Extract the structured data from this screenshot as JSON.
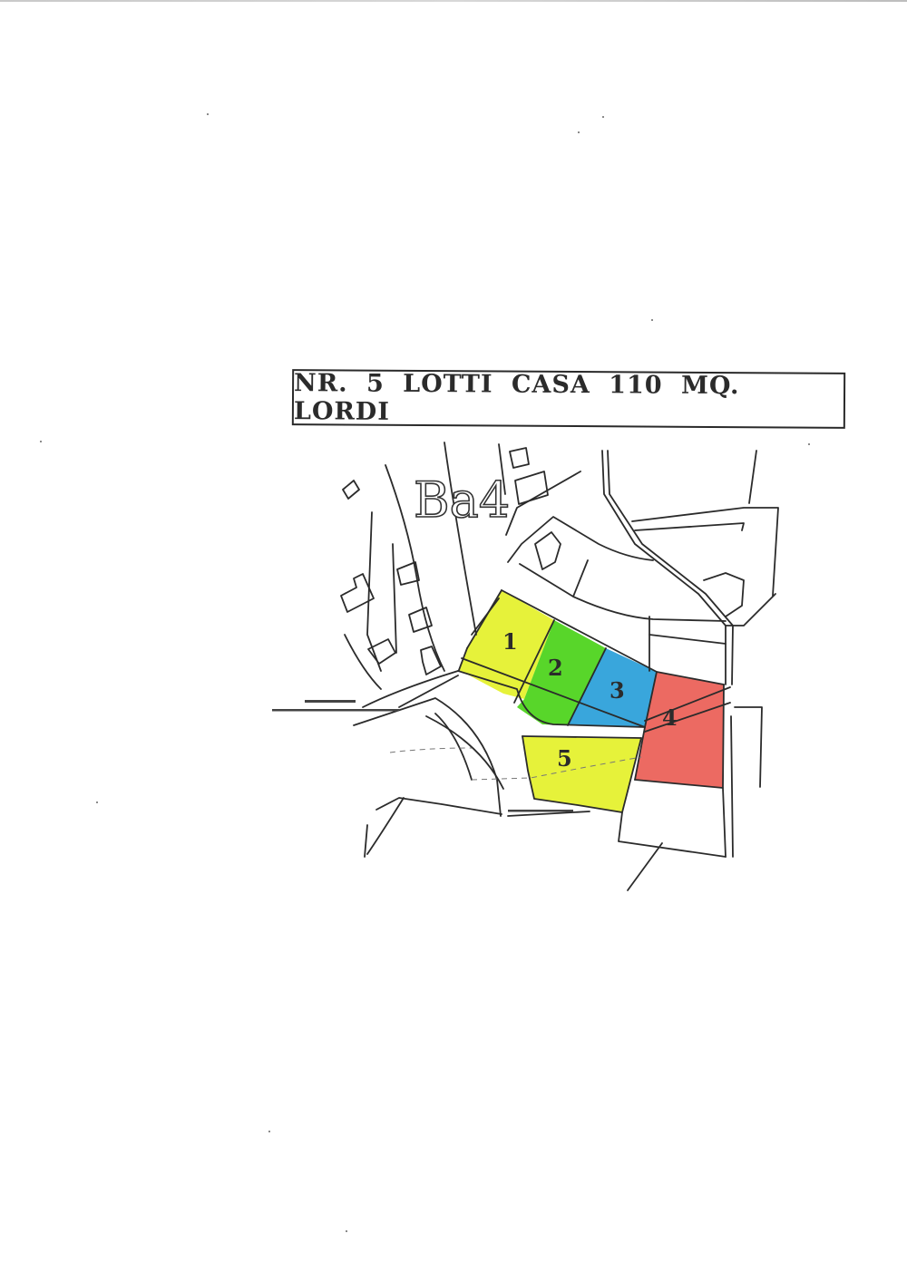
{
  "document": {
    "title": "NR. 5  LOTTI CASA 110 MQ. LORDI"
  },
  "map": {
    "zone_label": "Ba4",
    "colors": {
      "lot_yellow": "#e6f23a",
      "lot_green": "#58d62a",
      "lot_blue": "#39a6dc",
      "lot_red": "#ec6a62",
      "line": "#2b2b2b"
    },
    "lots": [
      {
        "number": "1",
        "color": "#e6f23a"
      },
      {
        "number": "2",
        "color": "#58d62a"
      },
      {
        "number": "3",
        "color": "#39a6dc"
      },
      {
        "number": "4",
        "color": "#ec6a62"
      },
      {
        "number": "5",
        "color": "#e6f23a"
      }
    ]
  }
}
